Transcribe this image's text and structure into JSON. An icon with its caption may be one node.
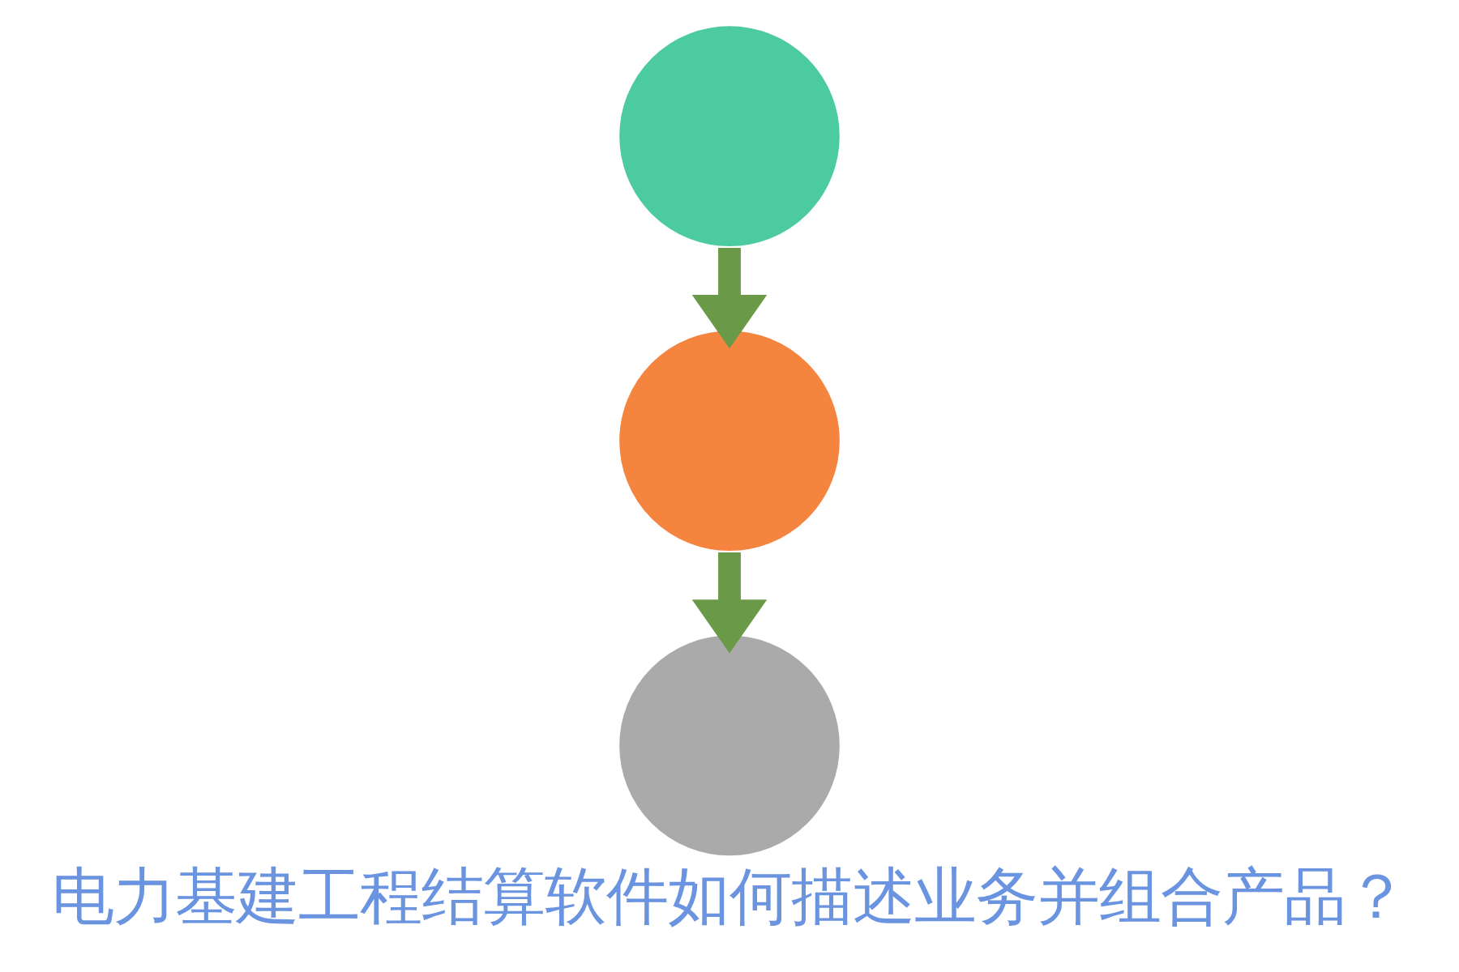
{
  "diagram": {
    "caption": "电力基建工程结算软件如何描述业务并组合产品？",
    "nodes": [
      {
        "text": [],
        "shape": "circle"
      },
      {
        "text": [],
        "shape": "circle"
      },
      {
        "text": [],
        "shape": "circle"
      }
    ],
    "edges": [
      {
        "from": 0,
        "to": 1,
        "arrow": "to"
      },
      {
        "from": 1,
        "to": 2,
        "arrow": "to"
      }
    ]
  }
}
